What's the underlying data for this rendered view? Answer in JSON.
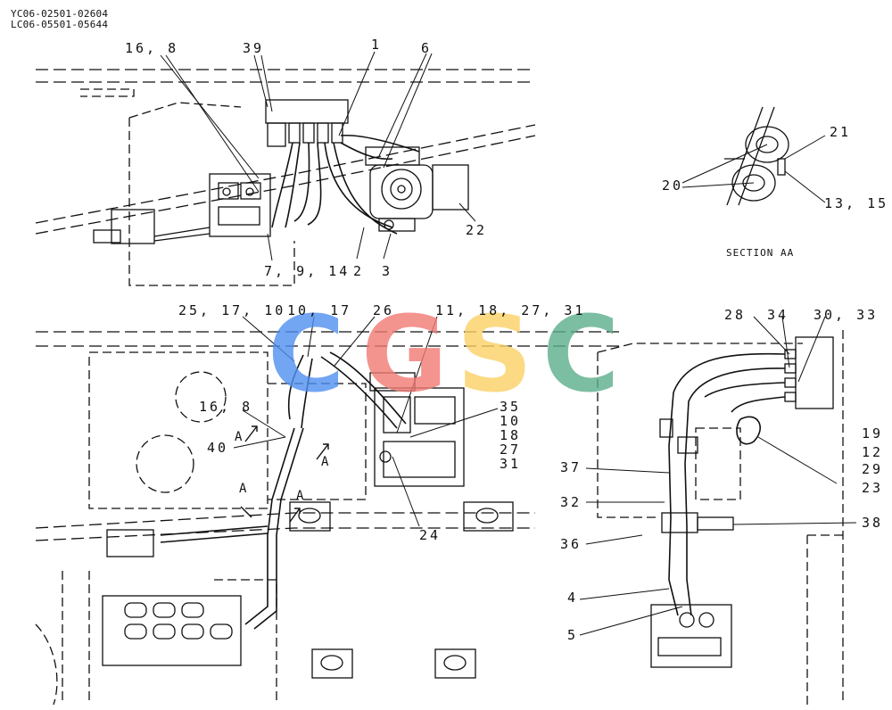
{
  "header": {
    "serial_line_1": "YC06-02501-02604",
    "serial_line_2": "LC06-05501-05644"
  },
  "section_label": "SECTION AA",
  "view_marker": "A",
  "callouts": {
    "top": [
      "16, 8",
      "39",
      "1",
      "6",
      "22",
      "7, 9, 14",
      "2",
      "3"
    ],
    "section": [
      "21",
      "20",
      "13, 15"
    ],
    "bottom_left": [
      "25, 17, 10",
      "10, 17",
      "26",
      "11, 18, 27, 31",
      "16, 8",
      "40",
      "35",
      "10",
      "18",
      "27",
      "31",
      "24"
    ],
    "bottom_right": [
      "28",
      "34",
      "30, 33",
      "19",
      "12",
      "29",
      "23",
      "37",
      "32",
      "38",
      "36",
      "4",
      "5"
    ]
  },
  "watermark": {
    "letters": [
      "C",
      "G",
      "S",
      "C"
    ],
    "colors": [
      "#4f8ff0",
      "#f27a74",
      "#fbd165",
      "#5cae8b"
    ]
  }
}
